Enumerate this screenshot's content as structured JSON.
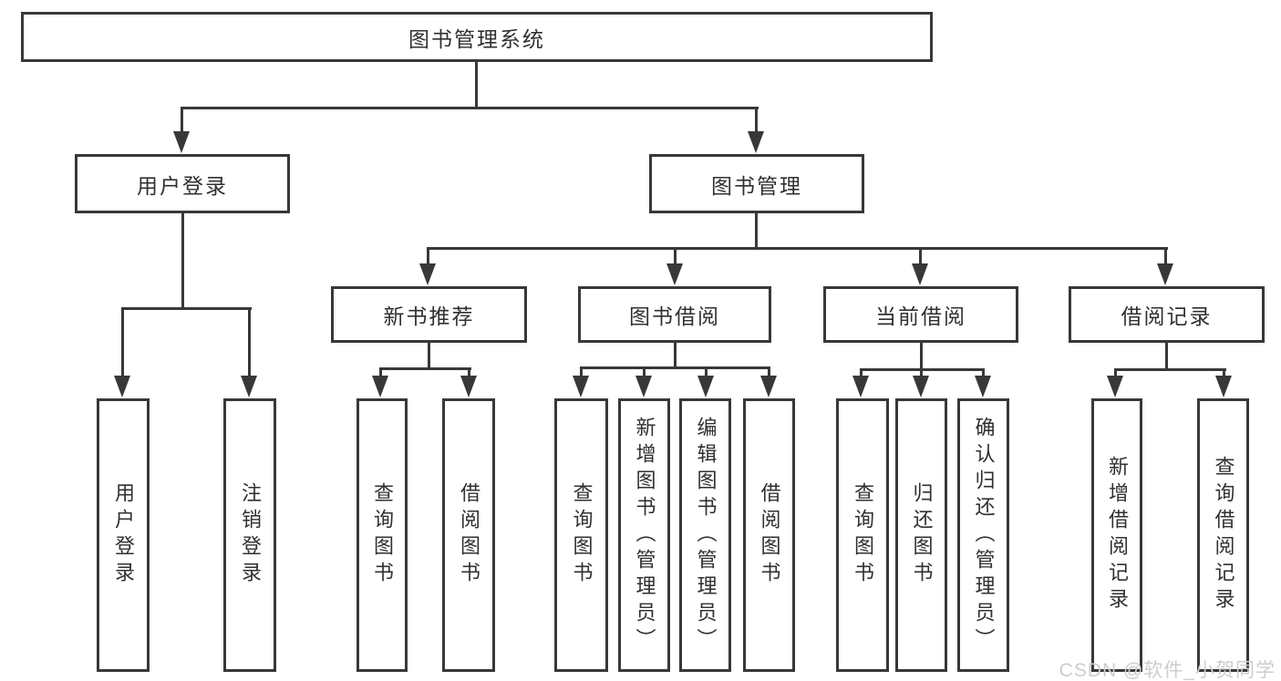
{
  "tree": {
    "root": {
      "label": "图书管理系统"
    },
    "branches": [
      {
        "label": "用户登录",
        "children": [
          {
            "label": "用户登录"
          },
          {
            "label": "注销登录"
          }
        ]
      },
      {
        "label": "图书管理",
        "children": [
          {
            "label": "新书推荐",
            "children": [
              {
                "label": "查询图书"
              },
              {
                "label": "借阅图书"
              }
            ]
          },
          {
            "label": "图书借阅",
            "children": [
              {
                "label": "查询图书"
              },
              {
                "label": "新增图书（管理员）"
              },
              {
                "label": "编辑图书（管理员）"
              },
              {
                "label": "借阅图书"
              }
            ]
          },
          {
            "label": "当前借阅",
            "children": [
              {
                "label": "查询图书"
              },
              {
                "label": "归还图书"
              },
              {
                "label": "确认归还（管理员）"
              }
            ]
          },
          {
            "label": "借阅记录",
            "children": [
              {
                "label": "新增借阅记录"
              },
              {
                "label": "查询借阅记录"
              }
            ]
          }
        ]
      }
    ]
  },
  "watermark": "CSDN @软件_小贺同学",
  "colors": {
    "line": "#383838",
    "box_border": "#383838",
    "box_background": "#ffffff",
    "text": "#303030",
    "watermark": "#cdcdcd"
  }
}
